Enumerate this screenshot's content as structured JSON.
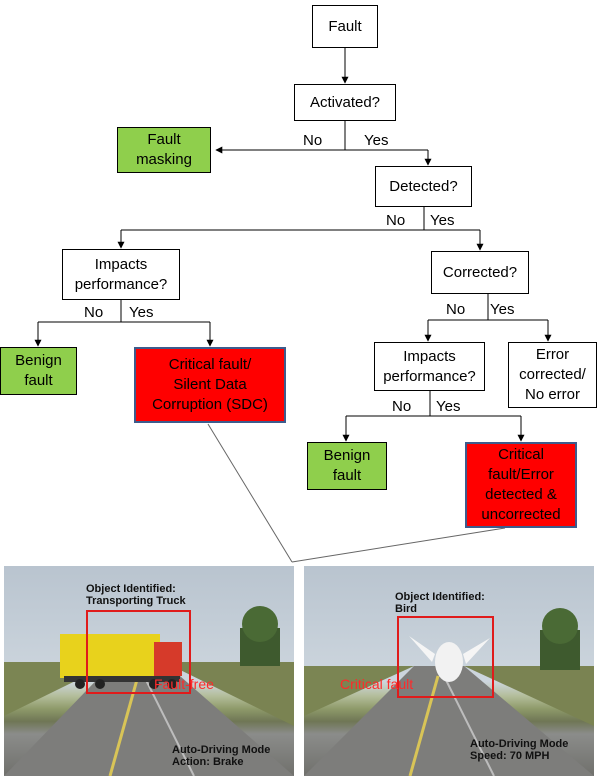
{
  "nodes": {
    "fault": "Fault",
    "activated": "Activated?",
    "fault_masking": "Fault\nmasking",
    "detected": "Detected?",
    "impacts_left": "Impacts\nperformance?",
    "corrected": "Corrected?",
    "benign_left": "Benign\nfault",
    "critical_left": "Critical fault/\nSilent Data\nCorruption (SDC)",
    "impacts_right": "Impacts\nperformance?",
    "error_corrected": "Error\ncorrected/\nNo error",
    "benign_right": "Benign\nfault",
    "critical_right": "Critical\nfault/Error\ndetected &\nuncorrected"
  },
  "edge_labels": {
    "activated_no": "No",
    "activated_yes": "Yes",
    "detected_no": "No",
    "detected_yes": "Yes",
    "impacts_left_no": "No",
    "impacts_left_yes": "Yes",
    "corrected_no": "No",
    "corrected_yes": "Yes",
    "impacts_right_no": "No",
    "impacts_right_yes": "Yes"
  },
  "colors": {
    "green": "#8fcf4c",
    "red": "#ff0000",
    "red_border": "#3d5b8c"
  },
  "panels": {
    "left": {
      "object_identified": "Object Identified:\nTransporting Truck",
      "overlay_label": "Fault-free",
      "mode": "Auto-Driving Mode\nAction: Brake"
    },
    "right": {
      "object_identified": "Object Identified:\nBird",
      "overlay_label": "Critical fault",
      "mode": "Auto-Driving Mode\nSpeed: 70 MPH"
    }
  }
}
